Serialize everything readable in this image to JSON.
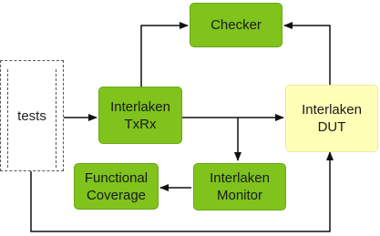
{
  "blocks": {
    "tests": "tests",
    "checker": "Checker",
    "txrx": "Interlaken\nTxRx",
    "dut": "Interlaken\nDUT",
    "coverage": "Functional\nCoverage",
    "monitor": "Interlaken\nMonitor"
  },
  "colors": {
    "block_fill": "#7fc31c",
    "dut_fill": "#ffffb8",
    "arrow": "#111111"
  }
}
